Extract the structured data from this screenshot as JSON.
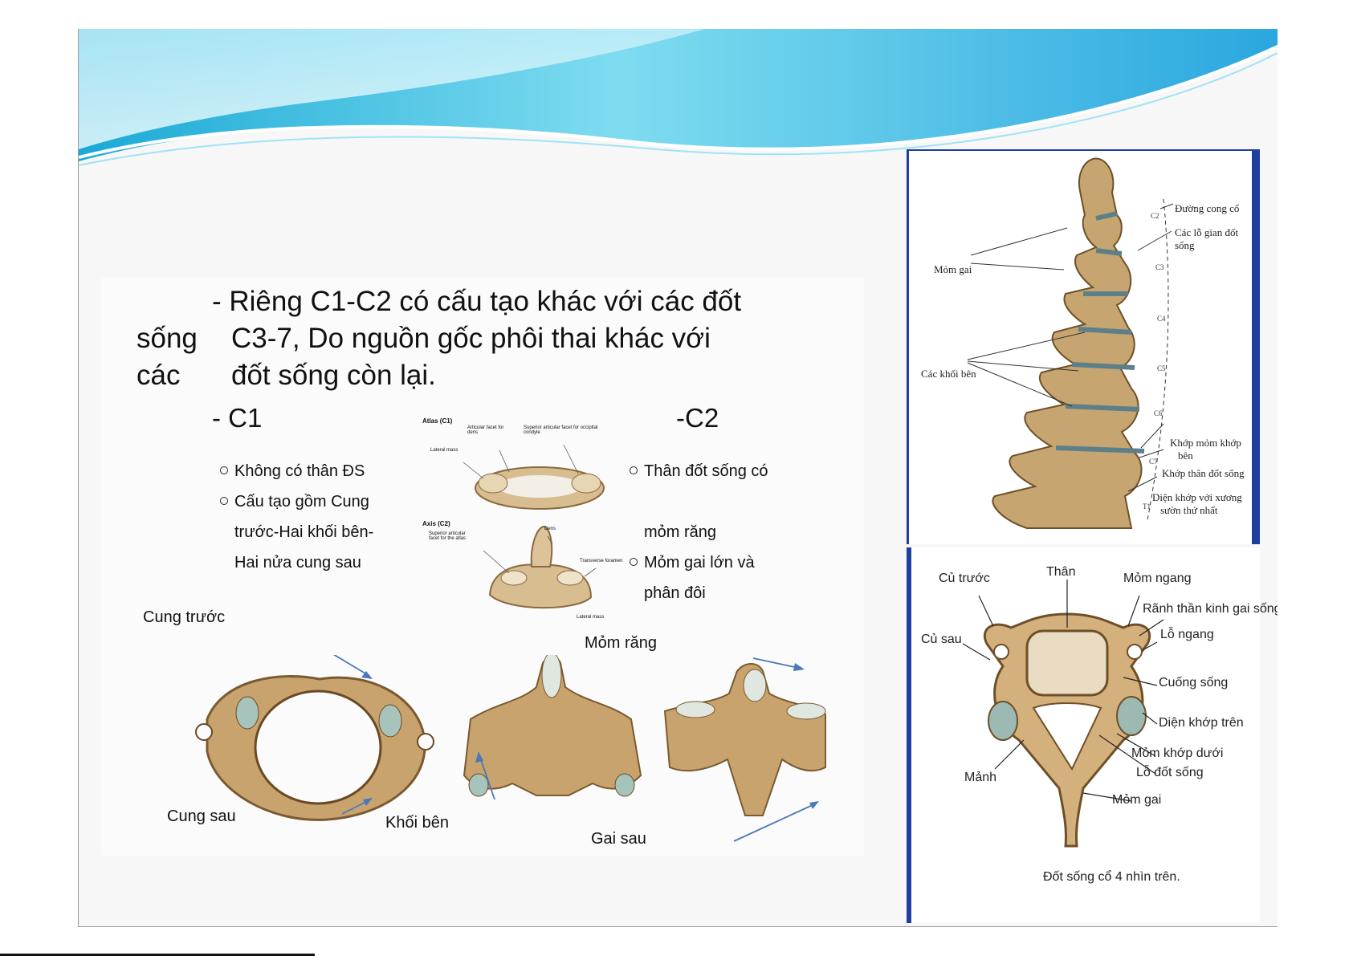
{
  "slide": {
    "intro": {
      "line1": "- Riêng C1-C2 có cấu tạo khác với các đốt",
      "line2_left": "sống",
      "line2_right": "C3-7,  Do nguồn gốc phôi thai khác với",
      "line3_left": "các",
      "line3_right": "đốt sống còn lại."
    },
    "c1": {
      "heading": "- C1",
      "bullets": [
        "Không có thân ĐS",
        "Cấu tạo gồm Cung"
      ],
      "cont1": "trước-Hai khối bên-",
      "cont2": "Hai nửa cung sau"
    },
    "c2": {
      "heading": "-C2",
      "bullet1": "Thân đốt sống có",
      "cont1": "mỏm răng",
      "bullet2": "Mỏm gai lớn và",
      "cont2": "phân đôi"
    },
    "small_figure": {
      "atlas_title": "Atlas (C1)",
      "atlas_labels": [
        "Articular facet for dens",
        "Superior articular facet for occipital condyle",
        "Lateral mass"
      ],
      "axis_title": "Axis (C2)",
      "axis_labels": [
        "Superior articular facet for the atlas",
        "Dens",
        "Transverse foramen",
        "Lateral mass"
      ]
    },
    "bottom_labels": {
      "cung_truoc": "Cung trước",
      "cung_sau": "Cung sau",
      "khoi_ben": "Khối bên",
      "mom_rang": "Mỏm răng",
      "gai_sau": "Gai sau"
    },
    "lateral_figure": {
      "labels": {
        "duong_cong": "Đường cong cổ",
        "lo_gian_1": "Các lỗ gian đốt",
        "lo_gian_2": "sống",
        "mom_gai": "Mỏm gai",
        "khoi_ben": "Các khối bên",
        "khop_mon_1": "Khớp mỏm khớp",
        "khop_mon_2": "bên",
        "khop_than": "Khớp thân đốt sống",
        "dien_khop_1": "Diện khớp với xương",
        "dien_khop_2": "sườn thứ nhất"
      },
      "levels": [
        "C2",
        "C3",
        "C4",
        "C5",
        "C6",
        "C7",
        "T1"
      ]
    },
    "top_figure": {
      "labels": {
        "cu_truoc": "Củ trước",
        "than": "Thân",
        "mom_ngang": "Mỏm ngang",
        "ranh": "Rãnh thần kinh gai sống",
        "lo_ngang": "Lỗ ngang",
        "cu_sau": "Củ sau",
        "cuong": "Cuống sống",
        "dien_khop_tren": "Diện khớp trên",
        "mom_khop_duoi": "Mỏm khớp dưới",
        "lo_dot_song": "Lỗ đốt sống",
        "manh": "Mảnh",
        "mom_gai": "Mỏm gai"
      },
      "caption": "Đốt sống cổ 4 nhìn trên."
    },
    "colors": {
      "accent": "#29b6e0",
      "bone": "#d9b98a",
      "blue_bar": "#1f3f9e"
    }
  }
}
